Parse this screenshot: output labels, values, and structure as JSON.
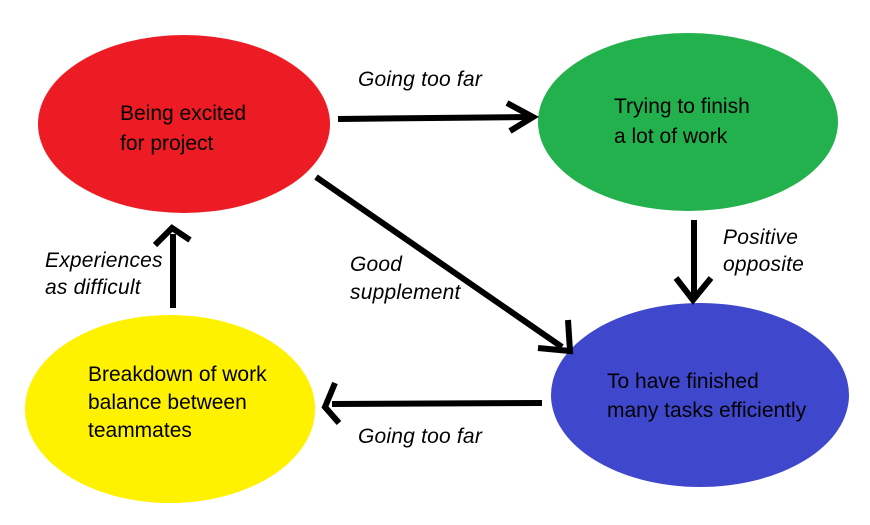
{
  "diagram": {
    "background": "#ffffff",
    "ink": "#000000",
    "text_color": "#000000",
    "nodes": {
      "red": {
        "color": "#ED1C24",
        "lines": [
          "Being excited",
          "for project"
        ]
      },
      "green": {
        "color": "#22B14C",
        "lines": [
          "Trying to finish",
          "a lot of work"
        ]
      },
      "blue": {
        "color": "#3F48CC",
        "lines": [
          "To have finished",
          "many tasks efficiently"
        ]
      },
      "yellow": {
        "color": "#FFF200",
        "lines": [
          "Breakdown of work",
          "balance between",
          "teammates"
        ]
      }
    },
    "edges": {
      "red_to_green": {
        "label": "Going too far"
      },
      "green_to_blue": {
        "lines": [
          "Positive",
          "opposite"
        ]
      },
      "red_to_blue": {
        "lines": [
          "Good",
          "supplement"
        ]
      },
      "blue_to_yellow": {
        "label": "Going too far"
      },
      "yellow_to_red": {
        "lines": [
          "Experiences",
          "as difficult"
        ]
      }
    }
  }
}
